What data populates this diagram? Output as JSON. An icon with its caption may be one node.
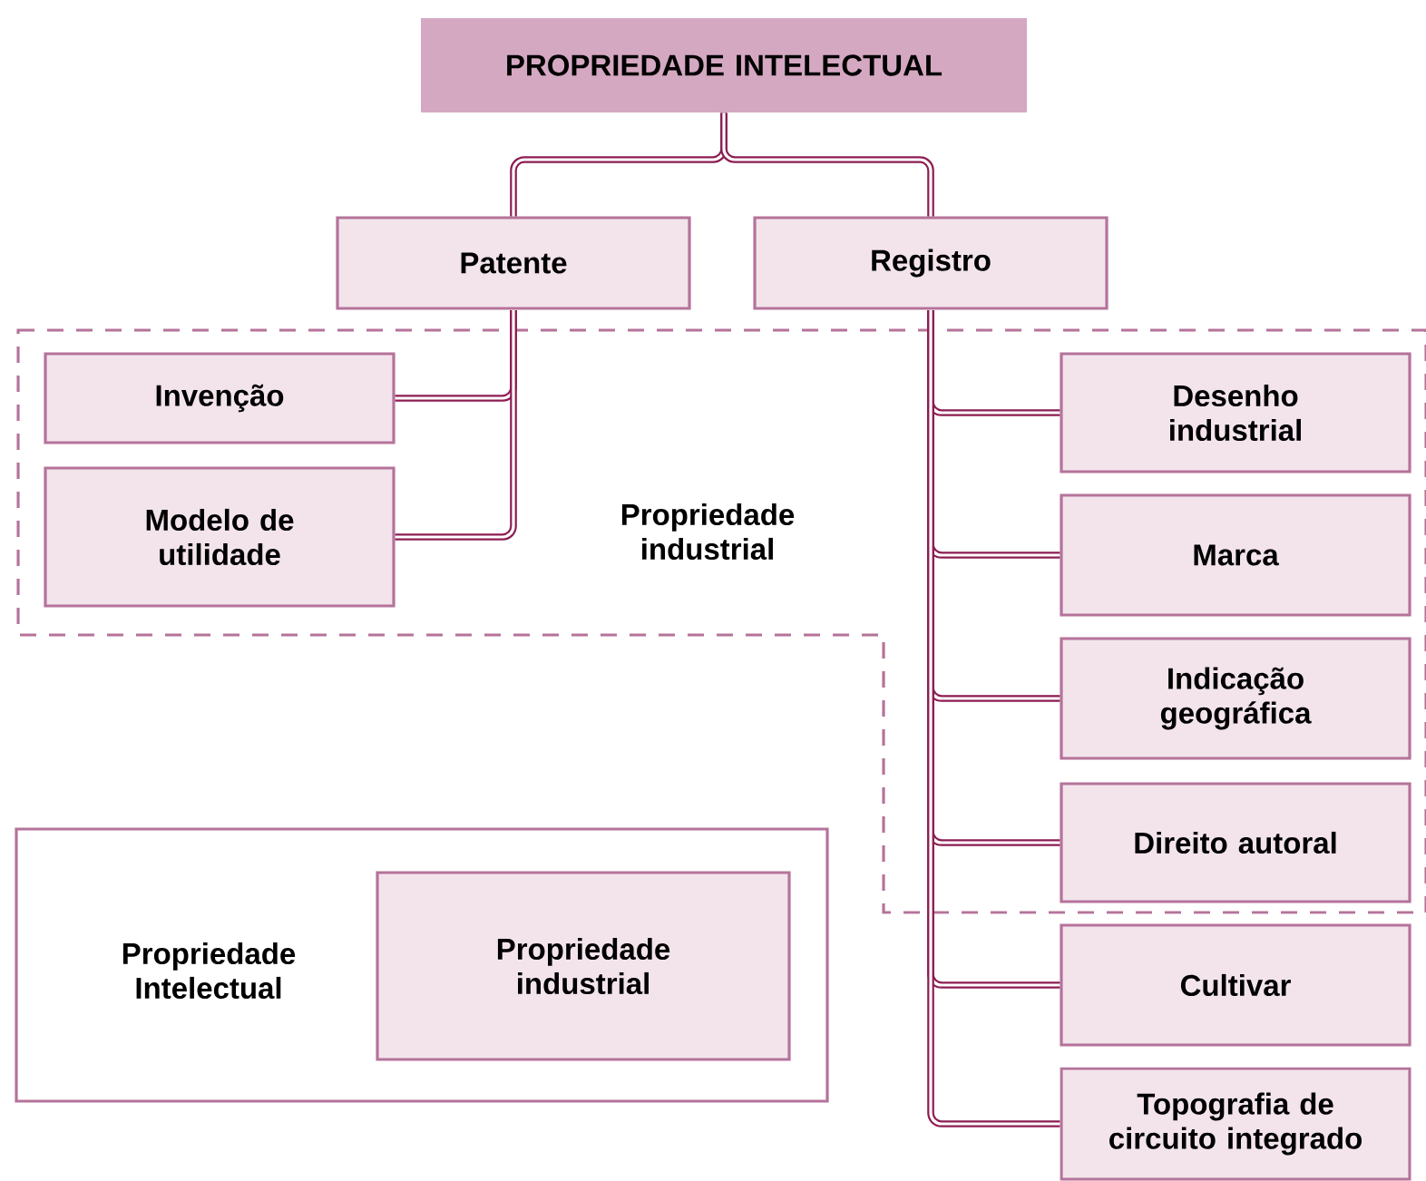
{
  "diagram": {
    "nodes": [
      {
        "text": [
          "PROPRIEDADE INTELECTUAL"
        ]
      },
      {
        "text": [
          "Patente"
        ]
      },
      {
        "text": [
          "Registro"
        ]
      },
      {
        "text": [
          "Propriedade industrial"
        ]
      },
      {
        "text": [
          "Invenção"
        ],
        "in": 3
      },
      {
        "text": [
          "Modelo de utilidade"
        ],
        "in": 3
      },
      {
        "text": [
          "Desenho industrial"
        ],
        "in": 3
      },
      {
        "text": [
          "Marca"
        ],
        "in": 3
      },
      {
        "text": [
          "Indicação geográfica"
        ],
        "in": 3
      },
      {
        "text": [
          "Direito autoral"
        ],
        "in": 3
      },
      {
        "text": [
          "Cultivar"
        ]
      },
      {
        "text": [
          "Topografia de circuito integrado"
        ]
      },
      {
        "text": [
          "Propriedade Intelectual"
        ]
      },
      {
        "text": [
          "Propriedade industrial"
        ],
        "in": 12
      }
    ],
    "edges": [
      {
        "from": 0,
        "to": 1,
        "arrow": "none"
      },
      {
        "from": 0,
        "to": 2,
        "arrow": "none"
      },
      {
        "from": 1,
        "to": 4,
        "arrow": "none"
      },
      {
        "from": 1,
        "to": 5,
        "arrow": "none"
      },
      {
        "from": 2,
        "to": 6,
        "arrow": "none"
      },
      {
        "from": 2,
        "to": 7,
        "arrow": "none"
      },
      {
        "from": 2,
        "to": 8,
        "arrow": "none"
      },
      {
        "from": 2,
        "to": 9,
        "arrow": "none"
      },
      {
        "from": 2,
        "to": 10,
        "arrow": "none"
      },
      {
        "from": 2,
        "to": 11,
        "arrow": "none"
      }
    ]
  }
}
